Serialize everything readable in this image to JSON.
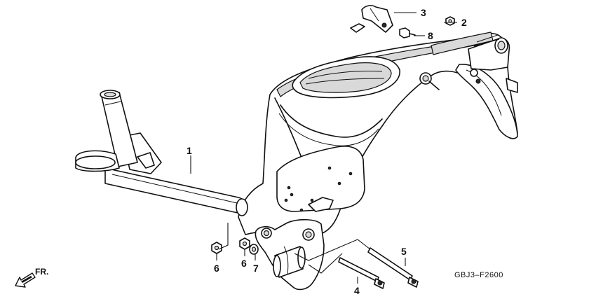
{
  "diagram": {
    "code": "GBJ3–F2600",
    "front_label": "FR.",
    "callouts": {
      "c1": "1",
      "c2": "2",
      "c3": "3",
      "c4": "4",
      "c5": "5",
      "c6a": "6",
      "c6b": "6",
      "c7": "7",
      "c8": "8"
    }
  }
}
